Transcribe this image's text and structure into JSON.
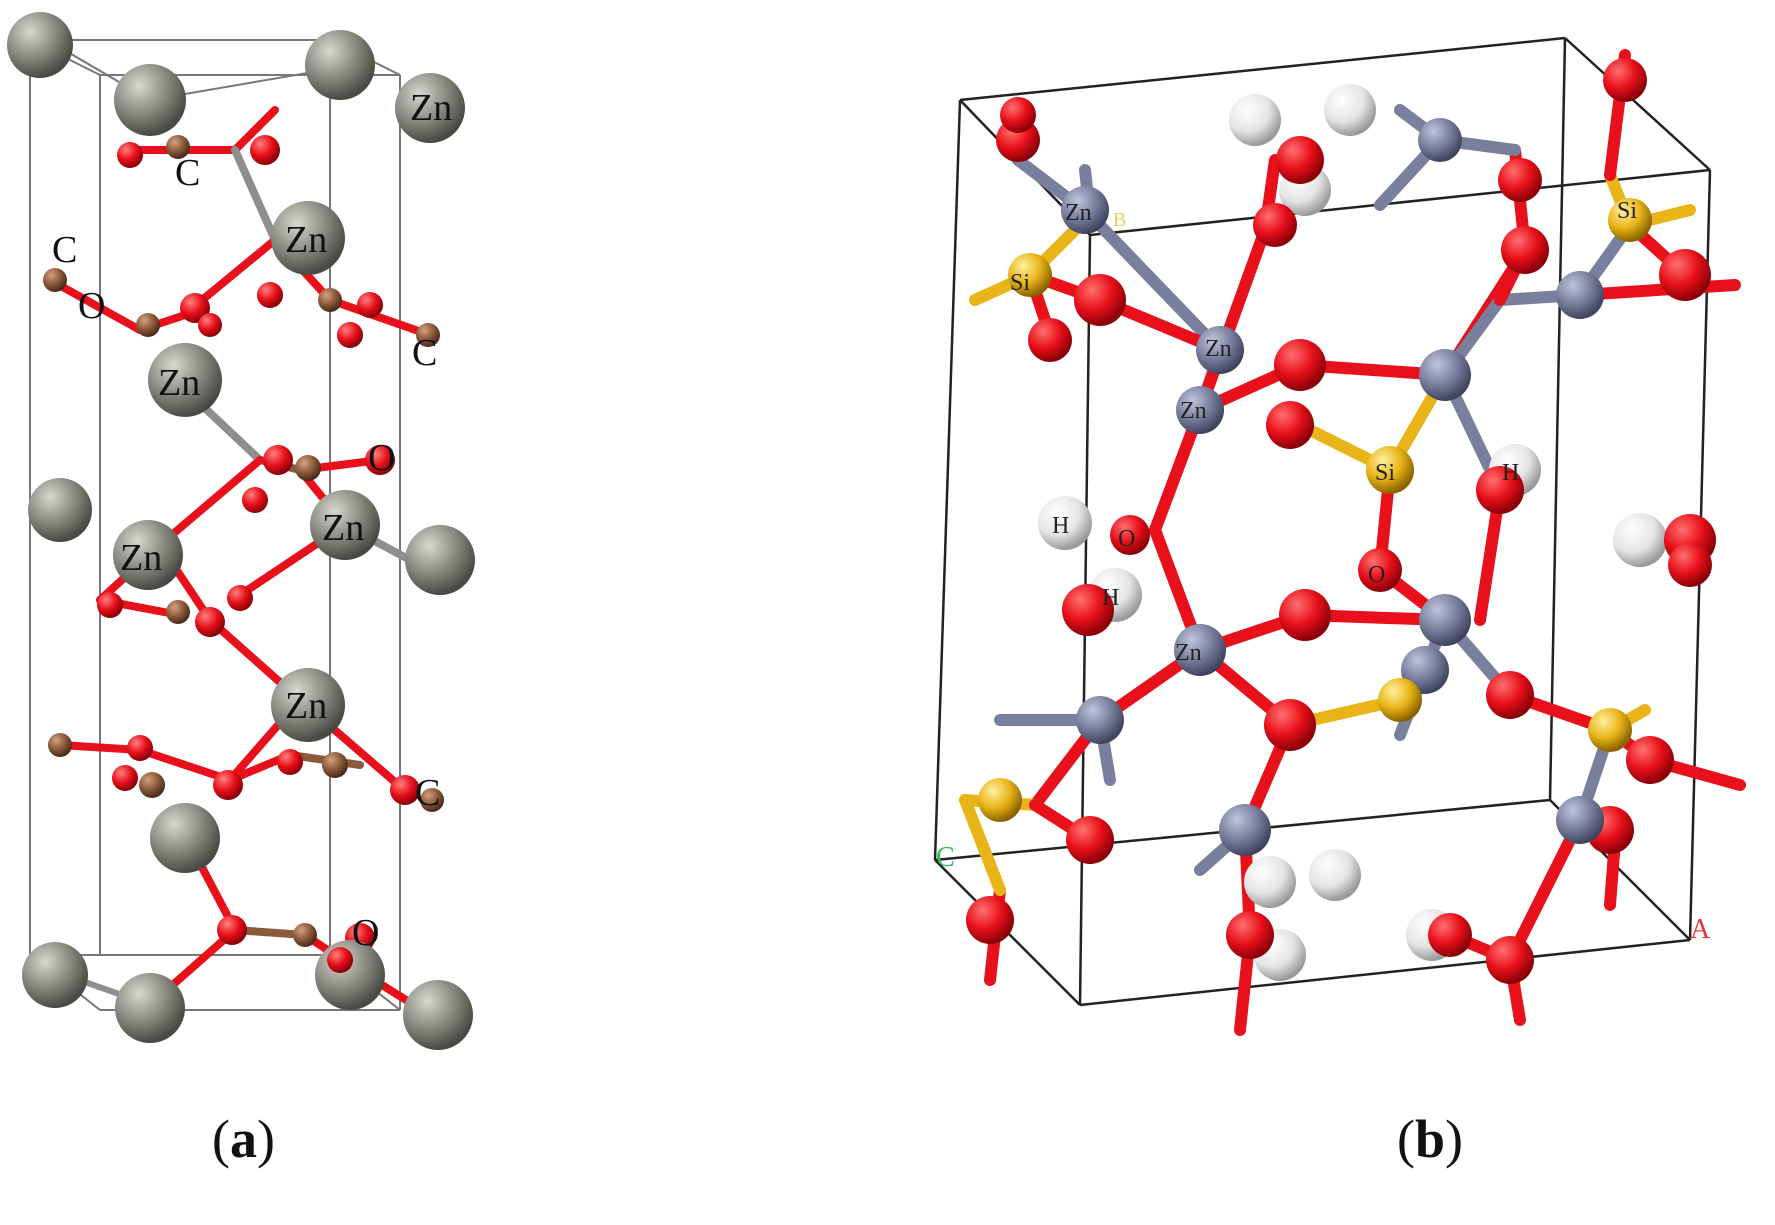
{
  "panel_a": {
    "caption_letter": "a",
    "colors": {
      "zn": "#8a8a82",
      "o": "#e8101a",
      "c": "#8a5a3a",
      "bond": "#8e8e8e",
      "cell": "#6a6a6a"
    },
    "labels": {
      "zn": "Zn",
      "c": "C",
      "o": "O"
    }
  },
  "panel_b": {
    "caption_letter": "b",
    "colors": {
      "zn": "#7a7f9e",
      "o": "#e8101a",
      "si": "#e8b418",
      "h": "#e8e8e8",
      "cell": "#222222",
      "axis_c": "#2dbd55",
      "axis_a": "#e23a3a"
    },
    "labels": {
      "zn": "Zn",
      "si": "Si",
      "h": "H",
      "o": "O",
      "b_axis": "B",
      "c_axis": "C",
      "a_axis": "A"
    }
  }
}
